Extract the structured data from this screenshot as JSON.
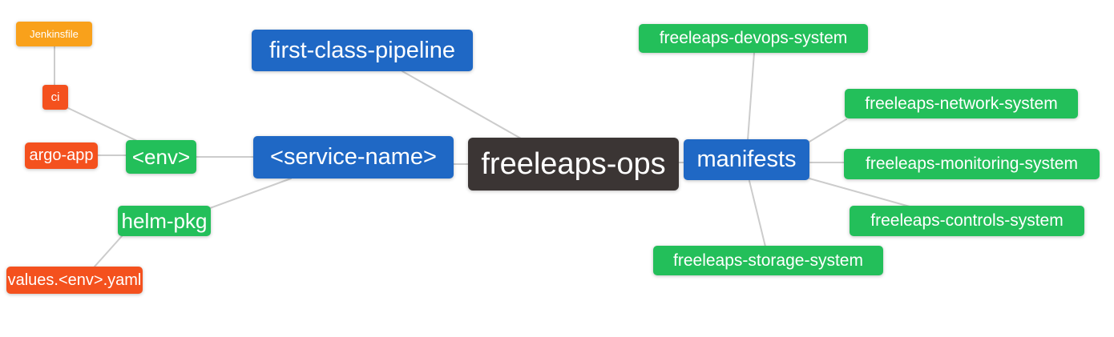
{
  "diagram": {
    "title": "freeleaps-ops mind map",
    "colors": {
      "blue": "#1f68c5",
      "green": "#23bf5a",
      "red": "#f4511e",
      "orange": "#f9a11b",
      "dark": "#3b3534",
      "edge": "#cccccc",
      "background": "#ffffff",
      "node_text": "#ffffff"
    },
    "nodes": {
      "root": {
        "label": "freeleaps-ops",
        "color": "dark"
      },
      "first_class_pipeline": {
        "label": "first-class-pipeline",
        "color": "blue"
      },
      "service_name": {
        "label": "<service-name>",
        "color": "blue"
      },
      "manifests": {
        "label": "manifests",
        "color": "blue"
      },
      "env": {
        "label": "<env>",
        "color": "green"
      },
      "helm_pkg": {
        "label": "helm-pkg",
        "color": "green"
      },
      "jenkinsfile": {
        "label": "Jenkinsfile",
        "color": "orange"
      },
      "ci": {
        "label": "ci",
        "color": "red"
      },
      "argo_app": {
        "label": "argo-app",
        "color": "red"
      },
      "values_env_yaml": {
        "label": "values.<env>.yaml",
        "color": "red"
      },
      "devops_system": {
        "label": "freeleaps-devops-system",
        "color": "green"
      },
      "network_system": {
        "label": "freeleaps-network-system",
        "color": "green"
      },
      "monitoring_system": {
        "label": "freeleaps-monitoring-system",
        "color": "green"
      },
      "controls_system": {
        "label": "freeleaps-controls-system",
        "color": "green"
      },
      "storage_system": {
        "label": "freeleaps-storage-system",
        "color": "green"
      }
    },
    "edges": [
      {
        "from": "jenkinsfile",
        "to": "ci"
      },
      {
        "from": "ci",
        "to": "env"
      },
      {
        "from": "argo_app",
        "to": "env"
      },
      {
        "from": "env",
        "to": "service_name"
      },
      {
        "from": "service_name",
        "to": "helm_pkg"
      },
      {
        "from": "helm_pkg",
        "to": "values_env_yaml"
      },
      {
        "from": "first_class_pipeline",
        "to": "root"
      },
      {
        "from": "service_name",
        "to": "root"
      },
      {
        "from": "root",
        "to": "manifests"
      },
      {
        "from": "manifests",
        "to": "devops_system"
      },
      {
        "from": "manifests",
        "to": "network_system"
      },
      {
        "from": "manifests",
        "to": "monitoring_system"
      },
      {
        "from": "manifests",
        "to": "controls_system"
      },
      {
        "from": "manifests",
        "to": "storage_system"
      }
    ]
  }
}
